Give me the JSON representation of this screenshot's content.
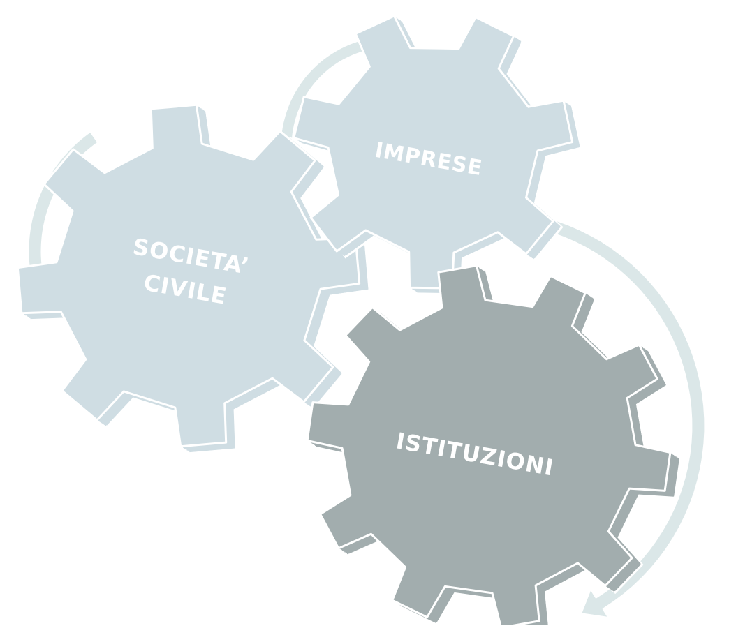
{
  "diagram": {
    "colors": {
      "light_gear": "#cfdde3",
      "dark_gear": "#a2adae",
      "arrow": "#dbe7e8",
      "outline": "#ffffff"
    },
    "gears": [
      {
        "id": "societa-civile",
        "lines": [
          "SOCIETA’",
          "CIVILE"
        ],
        "tone": "light"
      },
      {
        "id": "imprese",
        "lines": [
          "IMPRESE"
        ],
        "tone": "light"
      },
      {
        "id": "istituzioni",
        "lines": [
          "ISTITUZIONI"
        ],
        "tone": "dark"
      }
    ]
  }
}
